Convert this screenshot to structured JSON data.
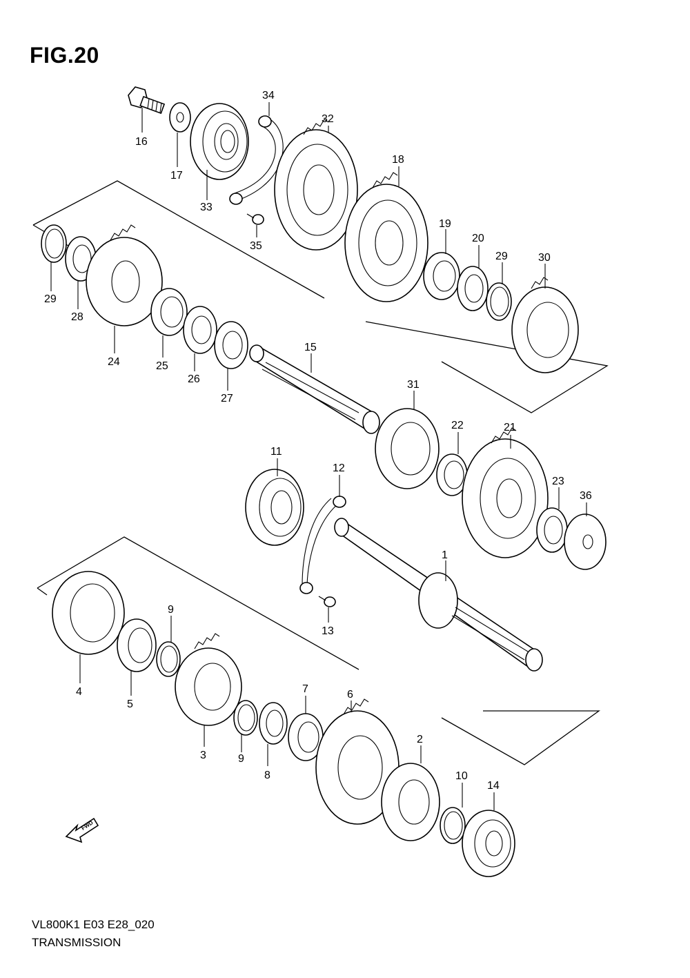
{
  "figure": {
    "title": "FIG.20",
    "code": "VL800K1 E03 E28_020",
    "name": "TRANSMISSION",
    "fwd_label": "FWD"
  },
  "callouts": [
    "1",
    "2",
    "3",
    "4",
    "5",
    "6",
    "8",
    "9",
    "9",
    "10",
    "11",
    "12",
    "13",
    "14",
    "15",
    "16",
    "17",
    "18",
    "19",
    "20",
    "21",
    "22",
    "23",
    "24",
    "25",
    "26",
    "27",
    "28",
    "29",
    "29",
    "30",
    "31",
    "32",
    "33",
    "34",
    "35",
    "36",
    "7"
  ]
}
